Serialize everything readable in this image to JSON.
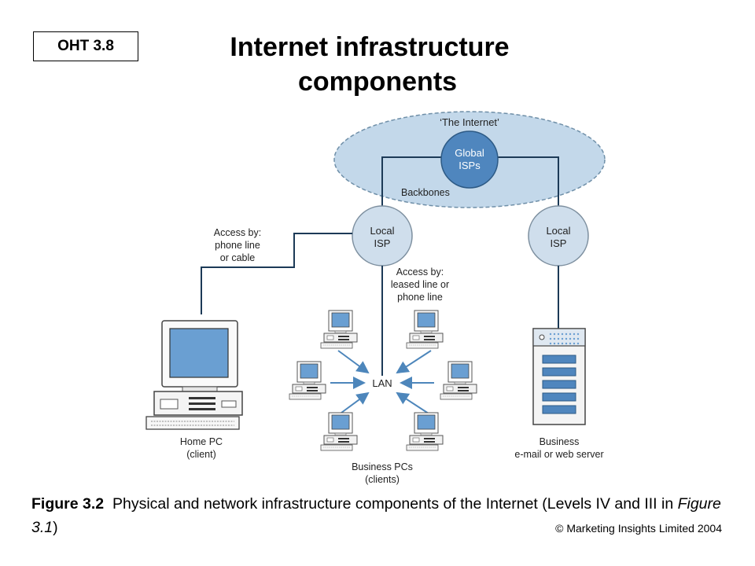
{
  "slide": {
    "tag": "OHT 3.8",
    "title_line1": "Internet infrastructure",
    "title_line2": "components",
    "copyright": "© Marketing Insights Limited 2004"
  },
  "caption": {
    "figure": "Figure 3.2",
    "text1": "Physical and network infrastructure components of the Internet (Levels IV and III in ",
    "ref": "Figure 3.1",
    "text2": ")"
  },
  "diagram": {
    "internet_label": "‘The Internet’",
    "global_isps_line1": "Global",
    "global_isps_line2": "ISPs",
    "backbones_label": "Backbones",
    "local_isp_left_line1": "Local",
    "local_isp_left_line2": "ISP",
    "local_isp_right_line1": "Local",
    "local_isp_right_line2": "ISP",
    "access_phone_line1": "Access by:",
    "access_phone_line2": "phone line",
    "access_phone_line3": "or cable",
    "access_leased_line1": "Access by:",
    "access_leased_line2": "leased line or",
    "access_leased_line3": "phone line",
    "lan_label": "LAN",
    "home_pc_line1": "Home PC",
    "home_pc_line2": "(client)",
    "business_pcs_line1": "Business PCs",
    "business_pcs_line2": "(clients)",
    "server_line1": "Business",
    "server_line2": "e-mail or web server",
    "colors": {
      "cloud_fill": "#c3d8ea",
      "global_isp_fill": "#4f86be",
      "local_isp_fill": "#cfdeec",
      "line": "#1c3a57",
      "arrow": "#4d86bb",
      "screen": "#6a9fd2"
    }
  }
}
